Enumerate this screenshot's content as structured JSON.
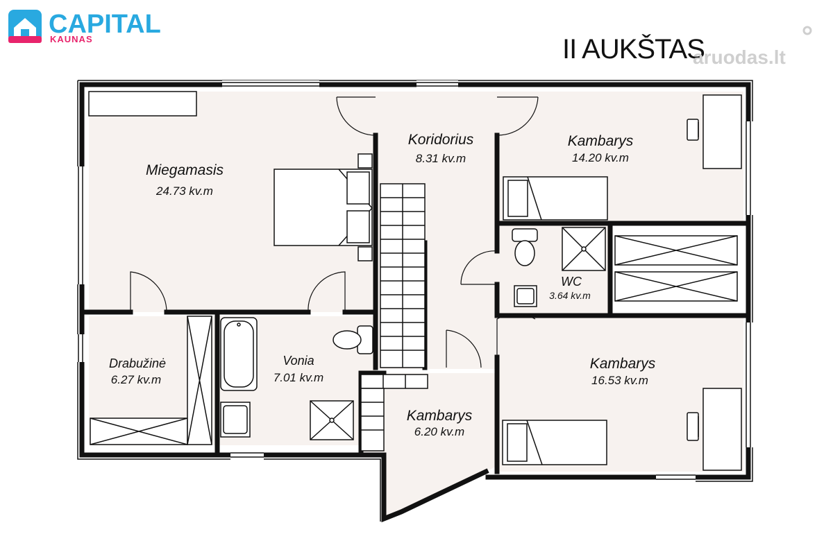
{
  "logo": {
    "brand": "CAPITAL",
    "city": "KAUNAS",
    "brand_color": "#29a9e0",
    "accent_color": "#e8246c"
  },
  "floor_title": "II AUKŠTAS",
  "watermark": "aruodas.lt",
  "floor_fill": "#f7f2ef",
  "rooms": {
    "miegamasis": {
      "name": "Miegamasis",
      "area": "24.73 kv.m"
    },
    "koridorius": {
      "name": "Koridorius",
      "area": "8.31 kv.m"
    },
    "kambarys_top": {
      "name": "Kambarys",
      "area": "14.20 kv.m"
    },
    "wc": {
      "name": "WC",
      "area": "3.64  kv.m"
    },
    "drabuzine": {
      "name": "Drabužinė",
      "area": "6.27 kv.m"
    },
    "vonia": {
      "name": "Vonia",
      "area": "7.01 kv.m"
    },
    "kambarys_small": {
      "name": "Kambarys",
      "area": "6.20 kv.m"
    },
    "kambarys_bottom": {
      "name": "Kambarys",
      "area": "16.53 kv.m"
    }
  }
}
